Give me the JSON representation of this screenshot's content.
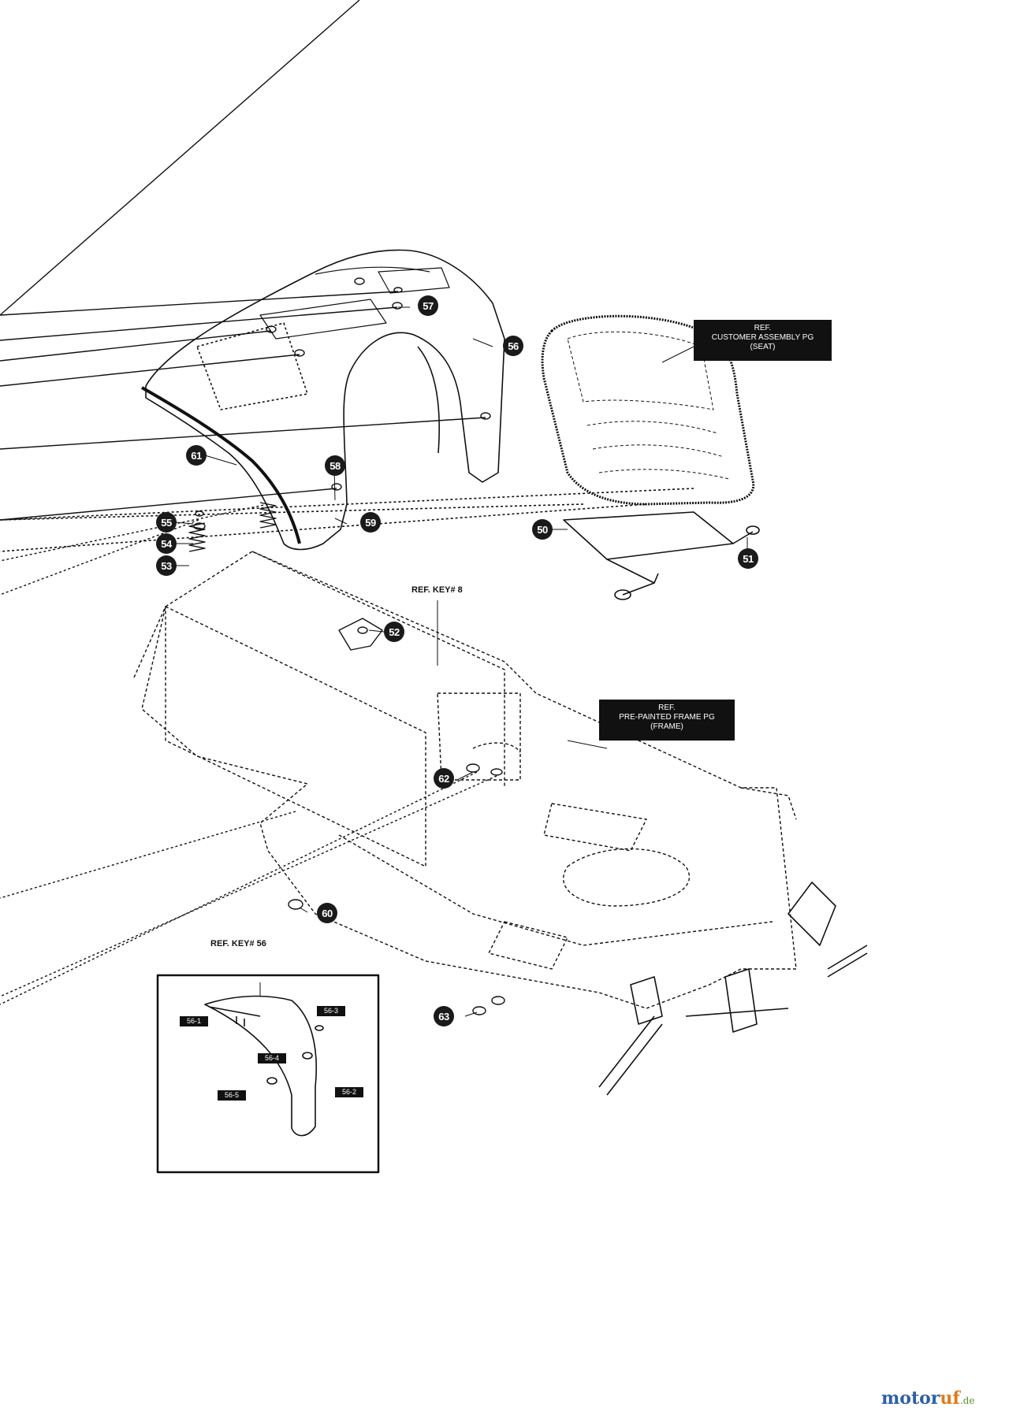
{
  "callouts": {
    "c50": "50",
    "c51": "51",
    "c52": "52",
    "c53": "53",
    "c54": "54",
    "c55": "55",
    "c56": "56",
    "c57": "57",
    "c58": "58",
    "c59": "59",
    "c60": "60",
    "c61": "61",
    "c62": "62",
    "c63": "63"
  },
  "refs": {
    "seat": [
      "REF.",
      "CUSTOMER ASSEMBLY PG",
      "(SEAT)"
    ],
    "frame": [
      "REF.",
      "PRE-PAINTED FRAME PG",
      "(FRAME)"
    ],
    "key8": "REF. KEY# 8",
    "key56": "REF. KEY# 56"
  },
  "inset_tags": {
    "t1": "56-1",
    "t2": "56-3",
    "t3": "56-4",
    "t4": "56-5",
    "t5": "56-2"
  },
  "brand": {
    "main1": "motor",
    "main2": "uf",
    "tld": ".de"
  },
  "colors": {
    "ink": "#111111",
    "brand_blue": "#2d5fa8",
    "brand_orange": "#e07a1a",
    "brand_green": "#5a8f2a"
  }
}
